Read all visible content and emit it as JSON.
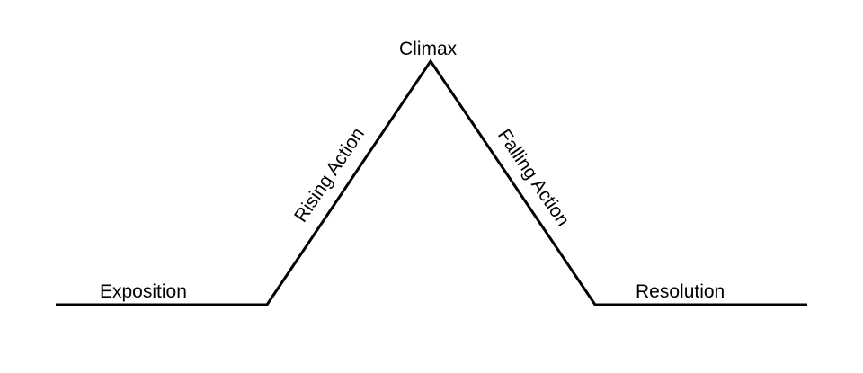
{
  "diagram": {
    "title": "Plot structure",
    "stages": {
      "exposition": "Exposition",
      "rising_action": "Rising Action",
      "climax": "Climax",
      "falling_action": "Falling Action",
      "resolution": "Resolution"
    },
    "line_color": "#000000"
  }
}
